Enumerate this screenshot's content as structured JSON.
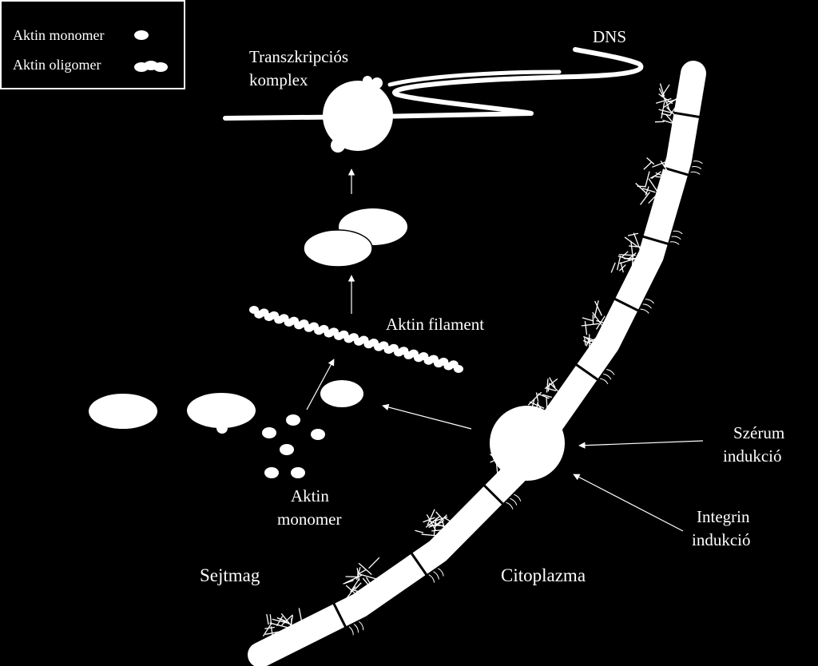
{
  "legend": {
    "monomer_label": "Aktin monomer",
    "oligomer_label": "Aktin oligomer"
  },
  "labels": {
    "dns": "DNS",
    "transcription_line1": "Transzkripciós",
    "transcription_line2": "komplex",
    "filament": "Aktin filament",
    "monomer_line1": "Aktin",
    "monomer_line2": "monomer",
    "nucleus": "Sejtmag",
    "cytoplasm": "Citoplazma",
    "serum_line1": "Szérum",
    "serum_line2": "indukció",
    "integrin_line1": "Integrin",
    "integrin_line2": "indukció"
  },
  "colors": {
    "background": "#000000",
    "foreground": "#ffffff"
  }
}
